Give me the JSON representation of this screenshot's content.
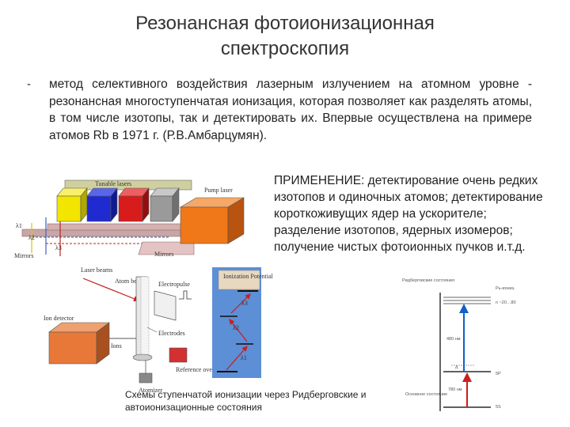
{
  "title": {
    "line1": "Резонансная фотоионизационная",
    "line2": "спектроскопия"
  },
  "bullet": {
    "dash": "-",
    "text": "метод селективного воздействия лазерным излучением на атомном уровне - резонансная многоступенчатая ионизация, которая позволяет как разделять атомы, в том числе изотопы, так и детектировать их. Впервые осуществлена на примере атомов Rb в 1971 г. (Р.В.Амбарцумян)."
  },
  "application": {
    "text": "ПРИМЕНЕНИЕ: детектирование очень редких изотопов и одиночных атомов; детектирование короткоживущих ядер на ускорителе; разделение изотопов, ядерных изомеров; получение чистых фотоионных пучков и.т.д."
  },
  "caption": {
    "text": "Схемы ступенчатой ионизации через Ридберговские и автоионизационные состояния"
  },
  "setup_diagram": {
    "tunable_lasers": "Tunable lasers",
    "pump_laser": "Pump laser",
    "lambda1": "λ1",
    "lambda2": "λ2",
    "lambda3": "λ3",
    "mirrors_left": "Mirrors",
    "mirrors_right": "Mirrors",
    "laser_beams": "Laser beams",
    "atom_beam": "Atom beam",
    "electropulse": "Electropulse",
    "ion_detector": "Ion detector",
    "ions": "Ions",
    "electrodes": "Electrodes",
    "atomizer": "Atomizer",
    "reference_oven": "Reference oven",
    "ionization_potential": "Ionization Potential"
  },
  "level_diagram": {
    "rydberg_states": "Ридберговские состояния",
    "continuum": "Рь-иониз.",
    "n_range": "n ~20…80",
    "wl_480": "480 нм",
    "wl_780": "780 нм",
    "delta": "Δ",
    "level_5p": "5P",
    "ground_state": "Основное состояние",
    "level_5s": "5S"
  },
  "colors": {
    "laser_yellow": "#f2e600",
    "laser_blue": "#1f2bd0",
    "laser_red": "#d81c1c",
    "pump_orange": "#f07818",
    "ion_panel": "#5c8fd6",
    "arrow_blue": "#1060c8"
  }
}
